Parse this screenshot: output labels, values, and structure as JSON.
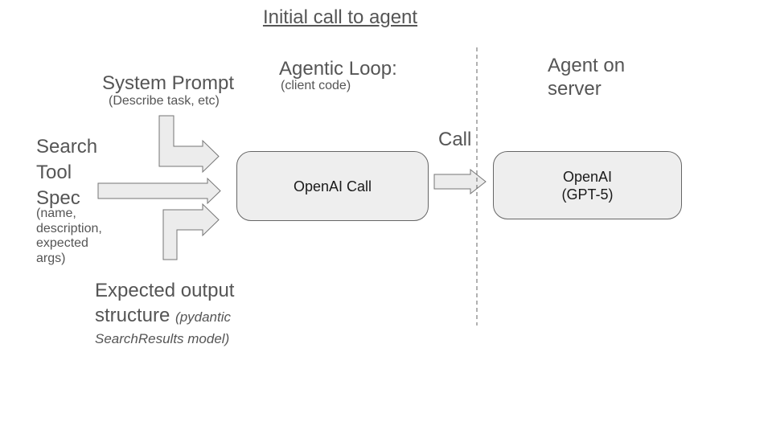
{
  "title": "Initial call to agent",
  "annotations": {
    "system_prompt": {
      "label": "System Prompt",
      "note": "(Describe task, etc)"
    },
    "agentic_loop": {
      "label": "Agentic Loop:",
      "note": "(client code)"
    },
    "agent_on_server": {
      "label": "Agent on server"
    },
    "call": {
      "label": "Call"
    },
    "search_tool_spec": {
      "label": "Search Tool Spec",
      "note": "(name, description, expected args)"
    },
    "expected_output": {
      "label": "Expected output structure ",
      "note": "(pydantic SearchResults model)"
    }
  },
  "nodes": {
    "openai_call": {
      "label": "OpenAI Call"
    },
    "openai_gpt5": {
      "label_line1": "OpenAI",
      "label_line2": "(GPT-5)"
    }
  },
  "icons": {
    "arrows": [
      "system-prompt-arrow",
      "search-tool-spec-arrow",
      "expected-output-arrow",
      "call-arrow"
    ],
    "divider": "client-server-divider-line"
  },
  "colors": {
    "background": "#ffffff",
    "label_text": "#555555",
    "node_fill": "#eeeeee",
    "node_border": "#666666",
    "node_text": "#1a1a1a",
    "arrow_fill": "#ececec",
    "arrow_border": "#757575",
    "divider": "#666666"
  }
}
